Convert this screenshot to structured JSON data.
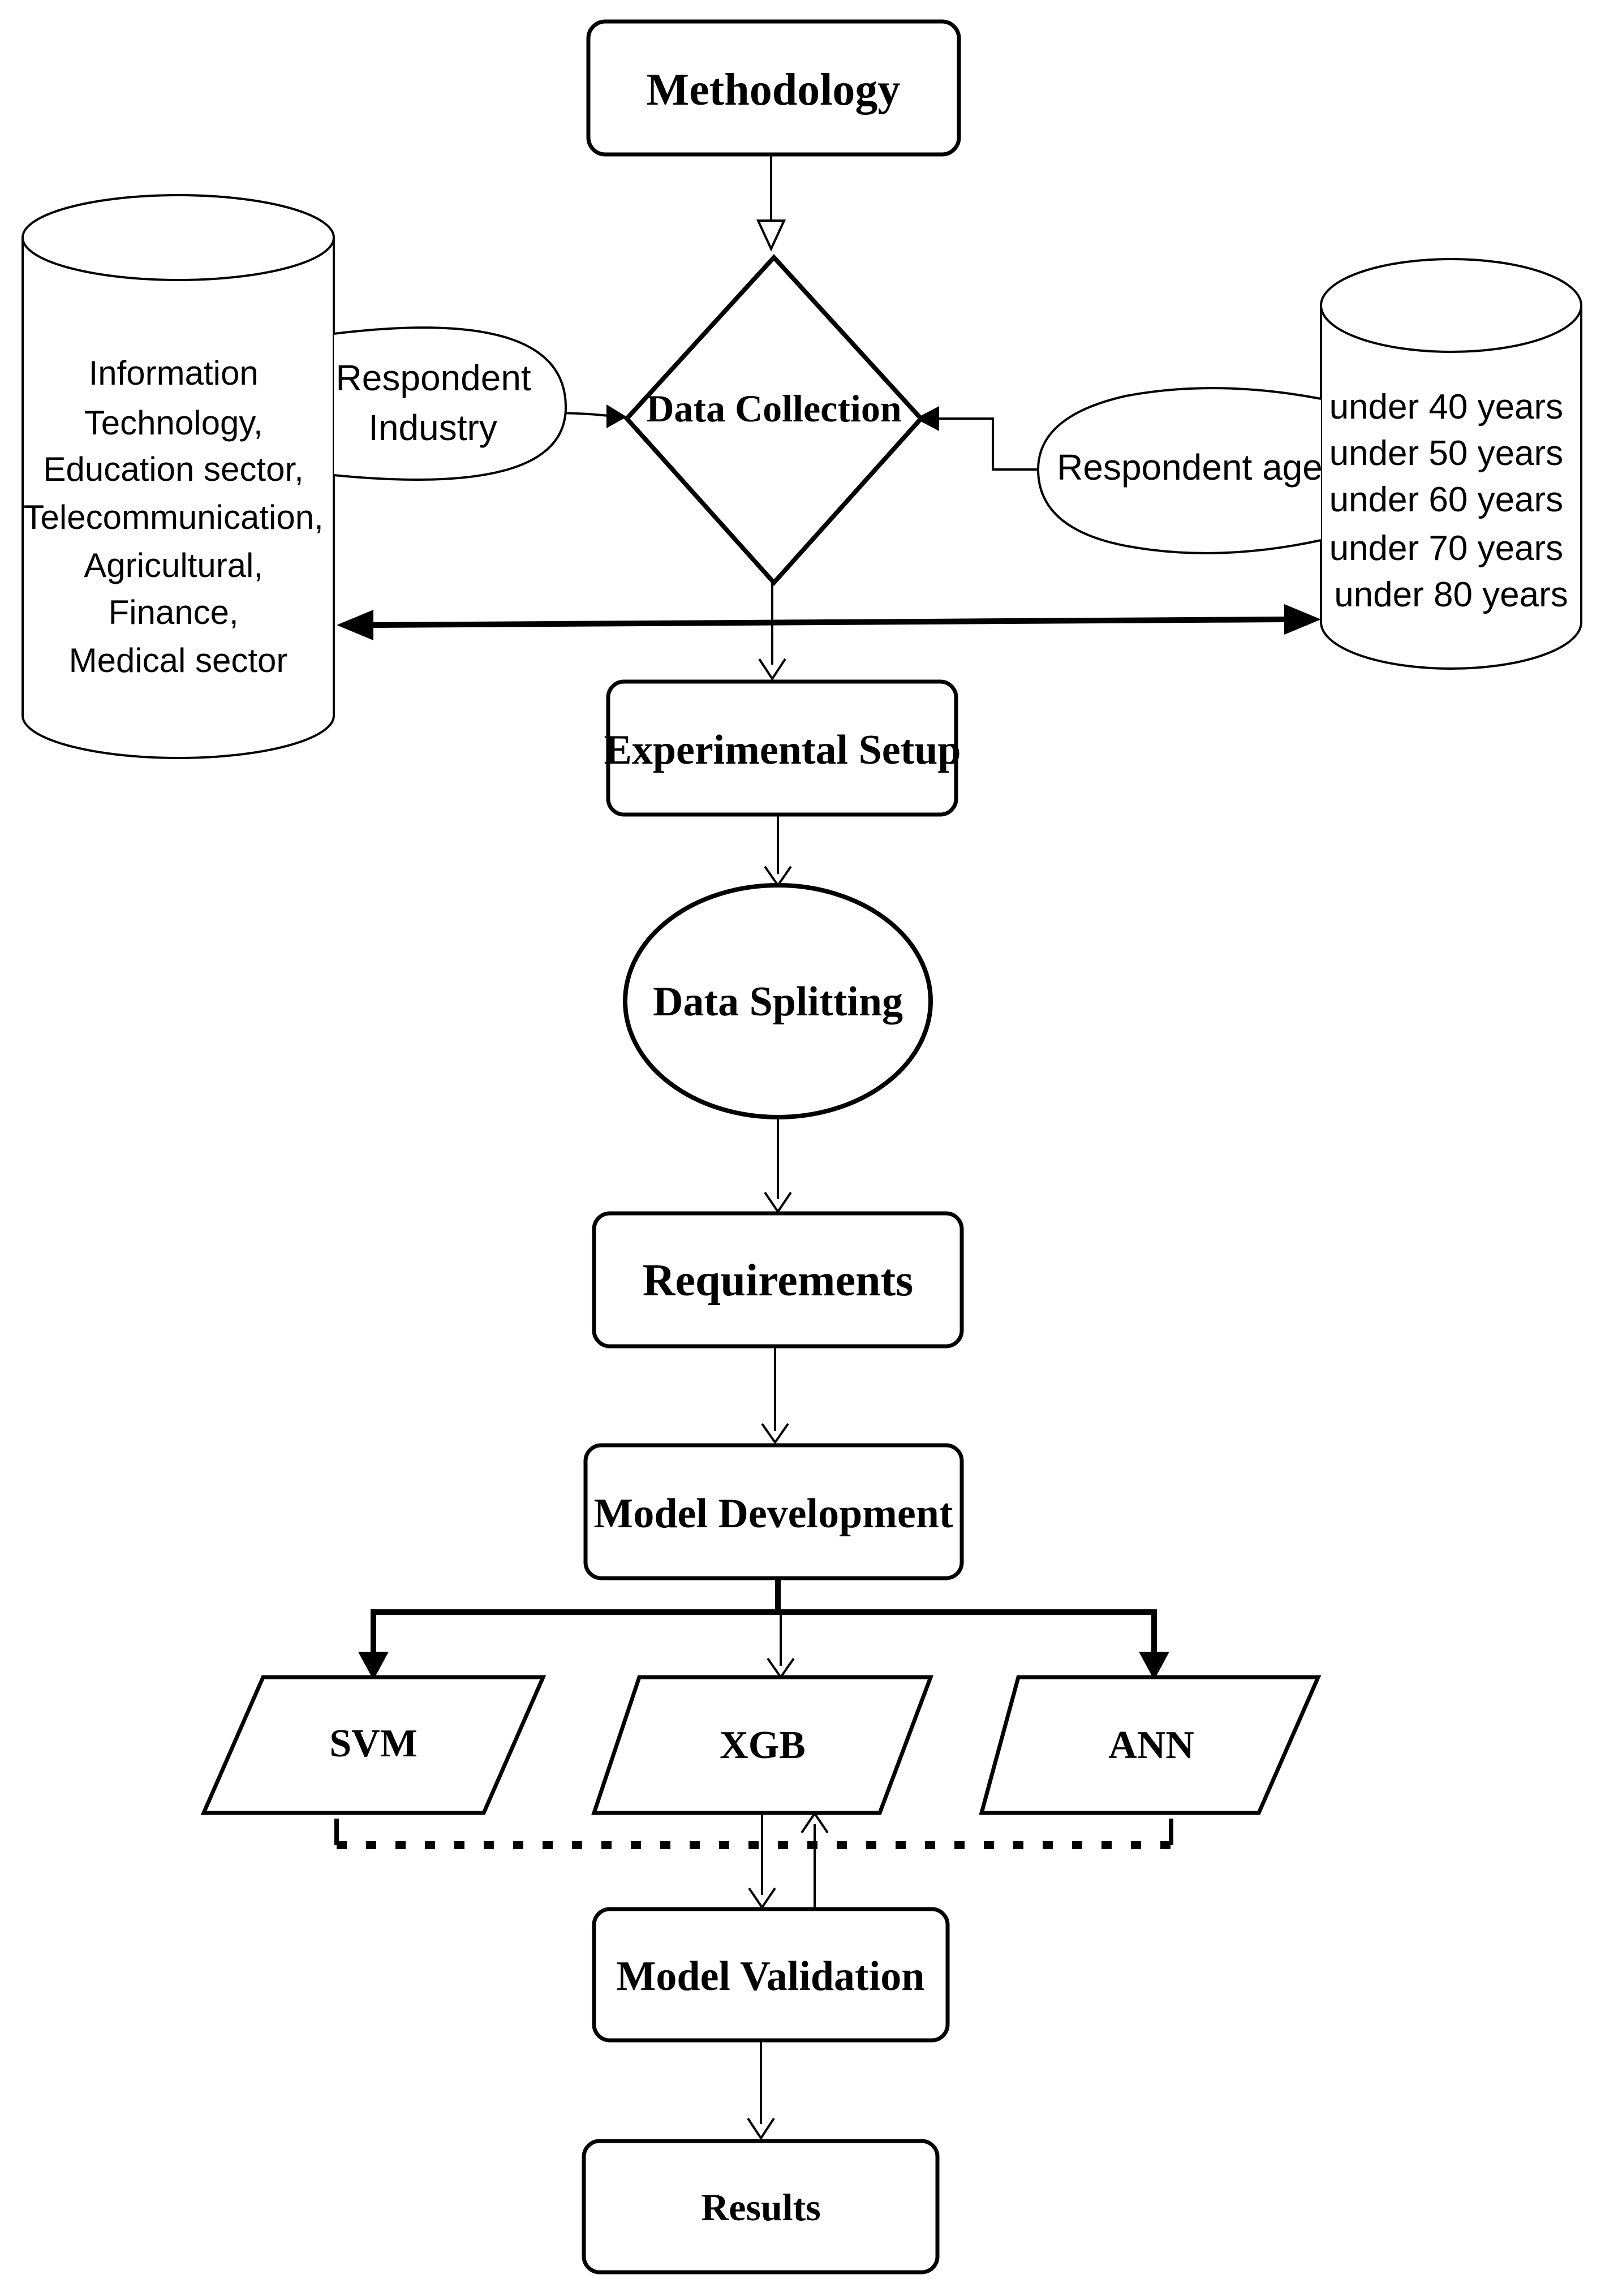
{
  "nodes": {
    "methodology": "Methodology",
    "data_collection": "Data Collection",
    "respondent_industry": [
      "Respondent",
      "Industry"
    ],
    "respondent_age": "Respondent age",
    "industries": [
      "Information",
      "Technology,",
      "Education sector,",
      "Telecommunication,",
      "Agricultural,",
      "Finance,",
      "Medical sector"
    ],
    "ages": [
      "under 40 years",
      "under 50 years",
      "under 60 years",
      "under 70 years",
      "under 80 years"
    ],
    "experimental_setup": "Experimental Setup",
    "data_splitting": "Data Splitting",
    "requirements": "Requirements",
    "model_development": "Model Development",
    "models": [
      "SVM",
      "XGB",
      "ANN"
    ],
    "model_validation": "Model Validation",
    "results": "Results"
  }
}
